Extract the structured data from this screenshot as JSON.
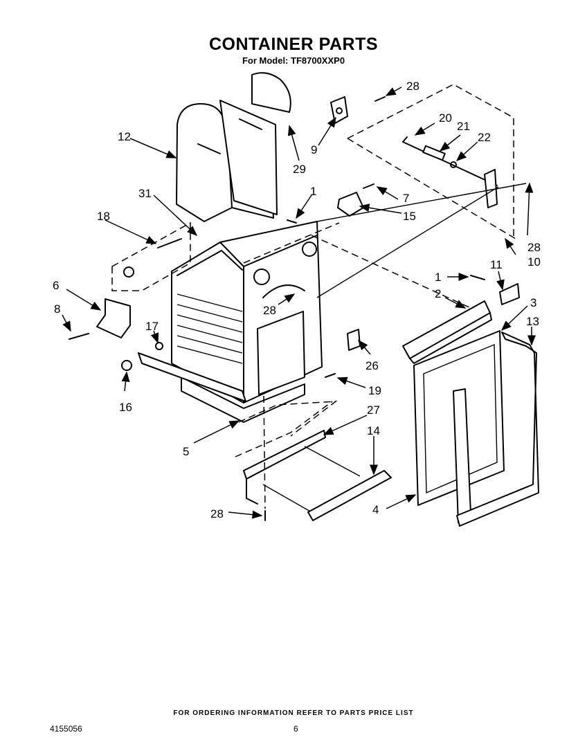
{
  "header": {
    "title": "CONTAINER PARTS",
    "subtitle": "For Model: TF8700XXP0"
  },
  "footer": {
    "note": "FOR ORDERING INFORMATION REFER TO PARTS PRICE LIST",
    "doc_number": "4155056",
    "page": "6"
  },
  "callouts": {
    "c1a": "1",
    "c1b": "1",
    "c2": "2",
    "c3": "3",
    "c4": "4",
    "c5": "5",
    "c6": "6",
    "c7": "7",
    "c8": "8",
    "c9": "9",
    "c10": "10",
    "c11": "11",
    "c12": "12",
    "c13": "13",
    "c14": "14",
    "c15": "15",
    "c16": "16",
    "c17": "17",
    "c18": "18",
    "c19": "19",
    "c20": "20",
    "c21": "21",
    "c22": "22",
    "c26": "26",
    "c27": "27",
    "c28a": "28",
    "c28b": "28",
    "c28c": "28",
    "c28d": "28",
    "c29": "29",
    "c31": "31"
  }
}
